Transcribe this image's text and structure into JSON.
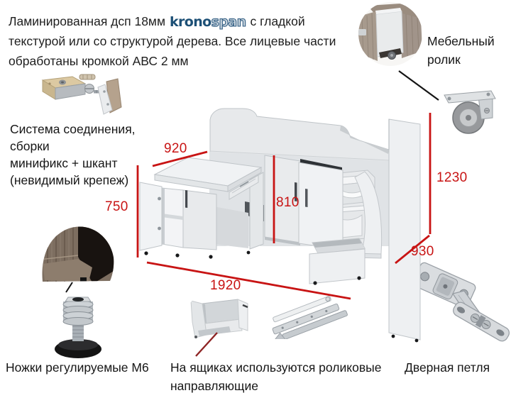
{
  "colors": {
    "dimension_red": "#c81414",
    "pointer_dark_red": "#8e2424",
    "logo_blue": "#1d5076",
    "furniture_body": "#e9ebed"
  },
  "top_note": {
    "line1_before": "Ламинированная дсп 18мм",
    "logo_krono": "krono",
    "logo_span": "span",
    "line1_after": "с гладкой",
    "line2": "текстурой или со структурой дерева. Все лицевые части",
    "line3": "обработаны кромкой АВС 2 мм"
  },
  "callouts": {
    "furniture_roller": {
      "line1": "Мебельный",
      "line2": "ролик"
    },
    "connection_system": {
      "line1": "Система соединения,",
      "line2": "сборки",
      "line3": "минификс + шкант",
      "line4": "(невидимый крепеж)"
    },
    "adjustable_legs": "Ножки регулируемые М6",
    "drawer_guides": {
      "line1": "На ящиках используются роликовые",
      "line2": "направляющие"
    },
    "door_hinge": "Дверная петля"
  },
  "dimensions_mm": {
    "desk_top_width": "920",
    "desk_height": "750",
    "wardrobe_door_height": "810",
    "overall_height": "1230",
    "overall_depth": "930",
    "overall_length": "1920"
  },
  "photos": [
    "furniture-roller-photo",
    "caster-wheel-photo",
    "minifix-hardware-photo",
    "wood-corner-photo",
    "adjustable-foot-photo",
    "drawer-box-photo",
    "drawer-slides-photo",
    "door-hinge-photo"
  ]
}
